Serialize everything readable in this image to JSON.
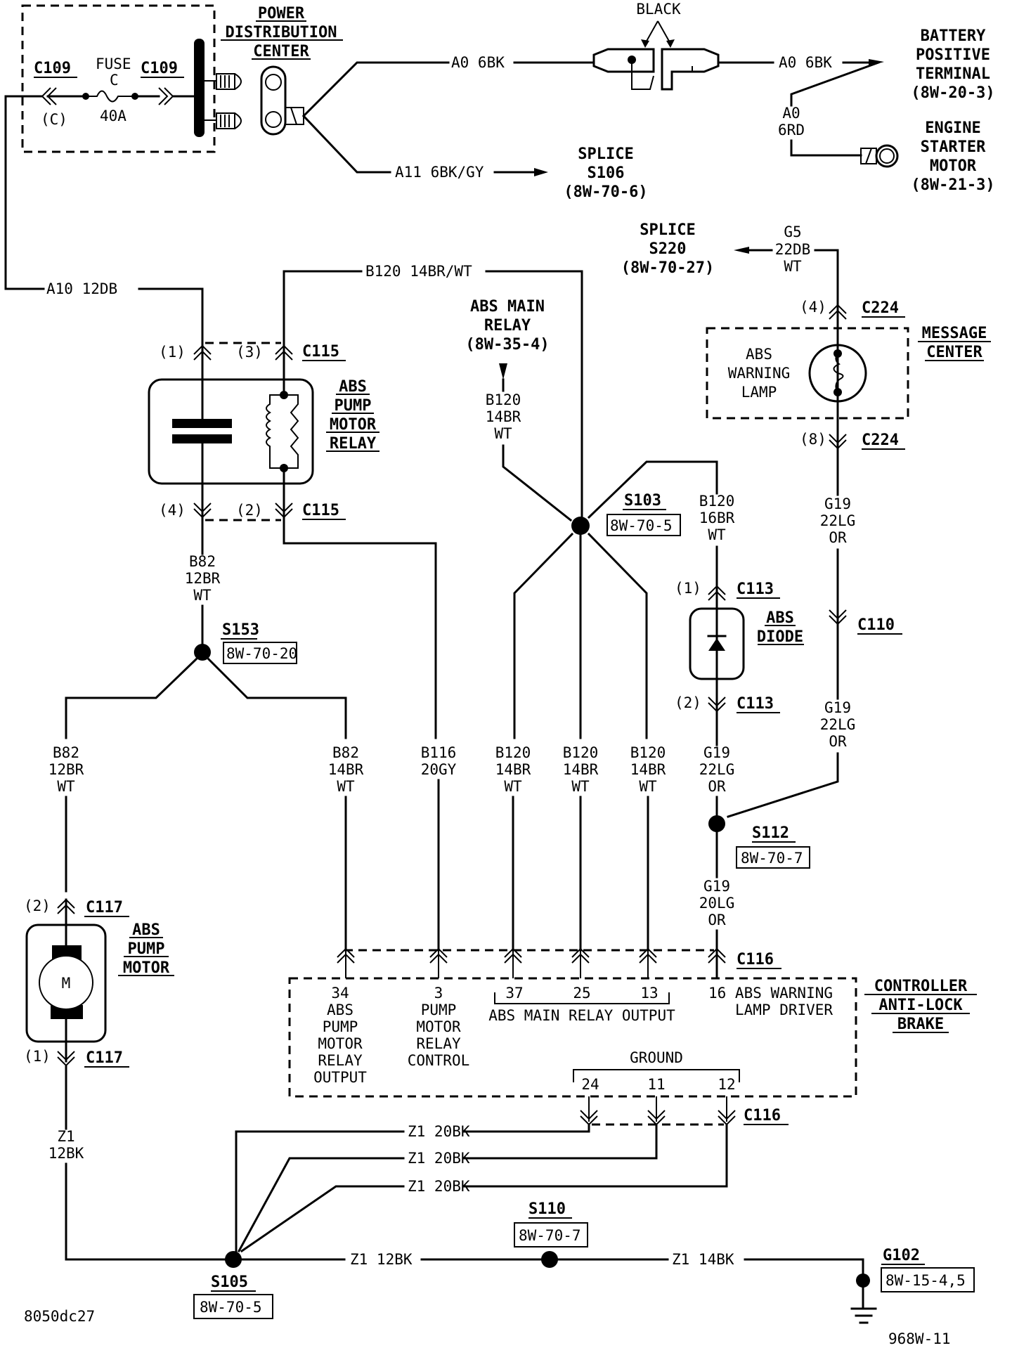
{
  "diagram": {
    "doc_id_left": "8050dc27",
    "doc_id_right": "968W-11",
    "components": {
      "pdc": [
        "POWER",
        "DISTRIBUTION",
        "CENTER"
      ],
      "fuse": {
        "label": "FUSE",
        "id": "C",
        "rating": "40A",
        "connector_left": "C109",
        "connector_right": "C109",
        "cavity": "(C)"
      },
      "black_label": "BLACK",
      "battery": [
        "BATTERY",
        "POSITIVE",
        "TERMINAL",
        "(8W-20-3)"
      ],
      "starter": [
        "ENGINE",
        "STARTER",
        "MOTOR",
        "(8W-21-3)"
      ],
      "splice_s106": [
        "SPLICE",
        "S106",
        "(8W-70-6)"
      ],
      "splice_s220": [
        "SPLICE",
        "S220",
        "(8W-70-27)"
      ],
      "abs_main_relay": [
        "ABS MAIN",
        "RELAY",
        "(8W-35-4)"
      ],
      "abs_pump_motor_relay": [
        "ABS",
        "PUMP",
        "MOTOR",
        "RELAY"
      ],
      "message_center": [
        "MESSAGE",
        "CENTER"
      ],
      "abs_warning_lamp": [
        "ABS",
        "WARNING",
        "LAMP"
      ],
      "abs_diode": [
        "ABS",
        "DIODE"
      ],
      "abs_pump_motor": [
        "ABS",
        "PUMP",
        "MOTOR"
      ],
      "motor_symbol": "M",
      "controller": [
        "CONTROLLER",
        "ANTI-LOCK",
        "BRAKE"
      ]
    },
    "wires": {
      "a0_6bk_left": "A0 6BK",
      "a0_6bk_right": "A0 6BK",
      "a0_6rd": [
        "A0",
        "6RD"
      ],
      "a11": "A11 6BK/GY",
      "a10": "A10 12DB",
      "b120_top": "B120 14BR/WT",
      "g5": [
        "G5",
        "22DB",
        "WT"
      ],
      "b120_relay": [
        "B120",
        "14BR",
        "WT"
      ],
      "b120_16br": [
        "B120",
        "16BR",
        "WT"
      ],
      "b82_top": [
        "B82",
        "12BR",
        "WT"
      ],
      "b82_left": [
        "B82",
        "12BR",
        "WT"
      ],
      "b82_right": [
        "B82",
        "14BR",
        "WT"
      ],
      "b116": [
        "B116",
        "20GY"
      ],
      "b120_a": [
        "B120",
        "14BR",
        "WT"
      ],
      "b120_b": [
        "B120",
        "14BR",
        "WT"
      ],
      "b120_c": [
        "B120",
        "14BR",
        "WT"
      ],
      "g19_diode": [
        "G19",
        "22LG",
        "OR"
      ],
      "g19_lamp_a": [
        "G19",
        "22LG",
        "OR"
      ],
      "g19_lamp_b": [
        "G19",
        "22LG",
        "OR"
      ],
      "g19_20lg": [
        "G19",
        "20LG",
        "OR"
      ],
      "z1_12bk_left": [
        "Z1",
        "12BK"
      ],
      "z1_20bk": "Z1 20BK",
      "z1_12bk": "Z1 12BK",
      "z1_14bk": "Z1 14BK"
    },
    "connectors": {
      "c115": "C115",
      "c224": "C224",
      "c113": "C113",
      "c110": "C110",
      "c117": "C117",
      "c116": "C116",
      "pin1": "(1)",
      "pin2": "(2)",
      "pin3": "(3)",
      "pin4": "(4)",
      "pin8": "(8)"
    },
    "splices": {
      "s103": {
        "id": "S103",
        "ref": "8W-70-5"
      },
      "s153": {
        "id": "S153",
        "ref": "8W-70-20"
      },
      "s112": {
        "id": "S112",
        "ref": "8W-70-7"
      },
      "s105": {
        "id": "S105",
        "ref": "8W-70-5"
      },
      "s110": {
        "id": "S110",
        "ref": "8W-70-7"
      },
      "g102": {
        "id": "G102",
        "ref": "8W-15-4,5"
      }
    },
    "controller_pins": {
      "p34": [
        "34",
        "ABS",
        "PUMP",
        "MOTOR",
        "RELAY",
        "OUTPUT"
      ],
      "p3": [
        "3",
        "PUMP",
        "MOTOR",
        "RELAY",
        "CONTROL"
      ],
      "p37": "37",
      "p25": "25",
      "p13": "13",
      "main_relay_output": "ABS MAIN RELAY OUTPUT",
      "p16": "16 ABS WARNING",
      "p16b": "LAMP DRIVER",
      "ground": "GROUND",
      "p24": "24",
      "p11": "11",
      "p12": "12"
    }
  }
}
